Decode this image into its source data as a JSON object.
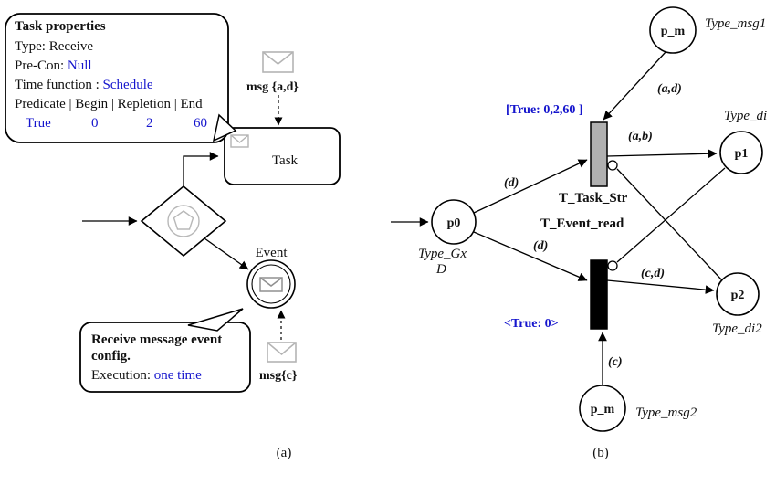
{
  "colors": {
    "accent_blue": "#1515cd",
    "transition_fill_gray": "#b0b0b0",
    "transition_fill_black": "#000000",
    "icon_gray": "#b4b4b4"
  },
  "panel_a": {
    "caption": "(a)",
    "task_callout": {
      "title": "Task properties",
      "type_line": "Type: Receive",
      "precon_label": "Pre-Con: ",
      "precon_value": "Null",
      "timefn_label": "Time function : ",
      "timefn_value": "Schedule",
      "table_header": "Predicate | Begin | Repletion | End",
      "row": {
        "predicate": "True",
        "begin": "0",
        "repletion": "2",
        "end": "60"
      }
    },
    "msg_ad": "msg {a,d}",
    "task": "Task",
    "event": "Event",
    "event_callout": {
      "line1": "Receive message event",
      "line2": "config.",
      "exec_label": "Execution: ",
      "exec_value": "one time"
    },
    "msg_c": "msg{c}"
  },
  "panel_b": {
    "caption": "(b)",
    "place_pm_top": "p_m",
    "type_msg1": "Type_msg1",
    "arc_ad": "(a,d)",
    "guard_task": "[True: 0,2,60 ]",
    "transition_task": "T_Task_Str",
    "arc_ab": "(a,b)",
    "place_p1": "p1",
    "type_di": "Type_di",
    "place_p0": "p0",
    "type_gx_line1": "Type_Gx",
    "type_gx_line2": "D",
    "arc_d_upper": "(d)",
    "arc_d_lower": "(d)",
    "transition_event": "T_Event_read",
    "guard_event": "<True: 0>",
    "arc_cd": "(c,d)",
    "place_p2": "p2",
    "type_di2": "Type_di2",
    "place_pm_bottom": "p_m",
    "type_msg2": "Type_msg2",
    "arc_c": "(c)"
  }
}
